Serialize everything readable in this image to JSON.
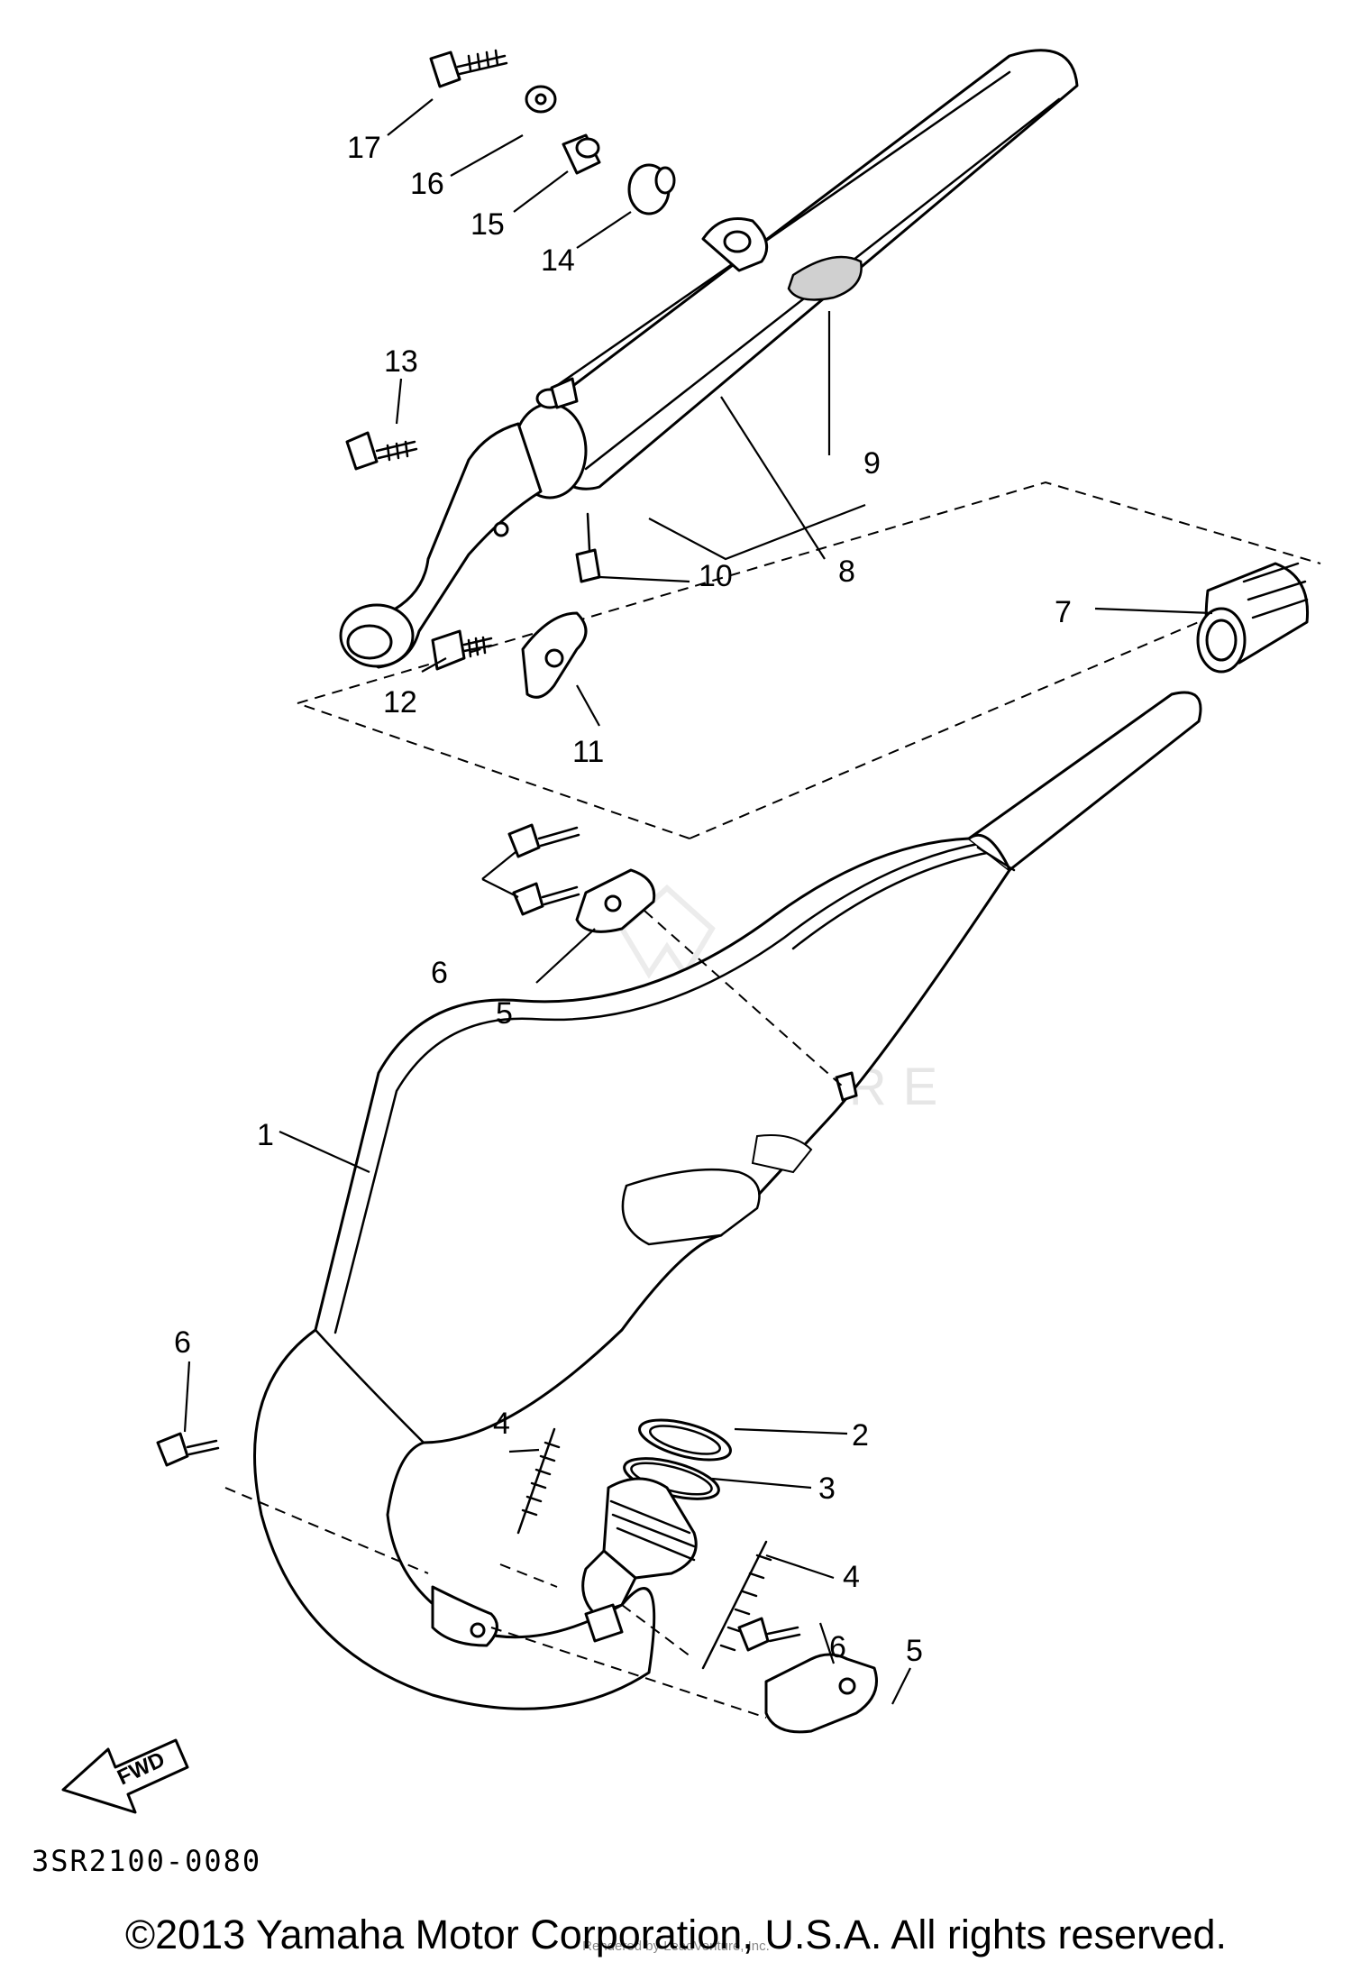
{
  "diagram": {
    "watermark": "LEADVENTURE",
    "reference_code": "3SR2100-0080",
    "fwd_label": "FWD",
    "callouts": [
      "1",
      "2",
      "3",
      "4",
      "4",
      "5",
      "5",
      "6",
      "6",
      "6",
      "7",
      "8",
      "9",
      "10",
      "11",
      "12",
      "13",
      "14",
      "15",
      "16",
      "17"
    ]
  },
  "footer": {
    "copyright": "©2013 Yamaha Motor Corporation, U.S.A. All rights reserved.",
    "subtext": "Rendered by LeadVenture, Inc."
  }
}
